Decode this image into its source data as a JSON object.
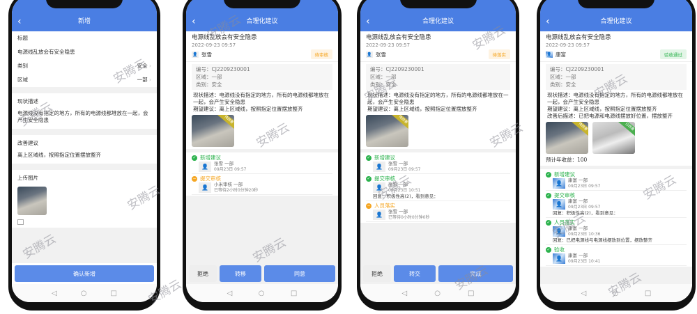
{
  "watermark": "安腾云",
  "colors": {
    "primary": "#4a7ee3",
    "success": "#2bb24c",
    "warning": "#f5a623"
  },
  "phones": [
    {
      "title": "新增",
      "form": {
        "title_label": "标题",
        "title_value": "电源线乱放会有安全隐患",
        "category_label": "类别",
        "category_value": "安全",
        "area_label": "区域",
        "area_value": "一部",
        "status_label": "现状描述",
        "status_value": "电源线没有指定的地方，所有的电源线都堆放在一起，会产生安全隐患",
        "suggest_label": "改善建议",
        "suggest_value": "离上区域线，按照指定位置摆放整齐",
        "upload_label": "上传图片"
      },
      "submit_label": "确认新增"
    },
    {
      "title": "合理化建议",
      "heading": "电源线乱放会有安全隐患",
      "date": "2022-09-23 09:57",
      "user": "张雪",
      "badge": "待审核",
      "badge_color": "#f5a623",
      "info": [
        "编号：CJ2209230001",
        "区域：一部",
        "类别：安全"
      ],
      "desc": [
        "现状描述：电源线没有指定的地方，所有的电源线都堆放在一起，会产生安全隐患",
        "期望建议：离上区域线，按照指定位置摆放整齐"
      ],
      "images": [
        "待改善"
      ],
      "timeline": [
        {
          "step": "新增建议",
          "state": "done",
          "user": "张雪 一部",
          "time": "09月23日 09:57"
        },
        {
          "step": "提交审核",
          "state": "pending",
          "user": "小米审核 一部",
          "time": "已等待2小时0分钟20秒"
        }
      ],
      "buttons": [
        "拒绝",
        "转移",
        "同意"
      ]
    },
    {
      "title": "合理化建议",
      "heading": "电源线乱放会有安全隐患",
      "date": "2022-09-23 09:57",
      "user": "张雪",
      "badge": "待落实",
      "badge_color": "#f5a623",
      "info": [
        "编号：CJ2209230001",
        "区域：一部",
        "类别：安全"
      ],
      "desc": [
        "现状描述：电源线没有指定的地方，所有的电源线都堆放在一起，会产生安全隐患",
        "期望建议：离上区域线，按照指定位置摆放整齐"
      ],
      "images": [
        "待改善"
      ],
      "timeline": [
        {
          "step": "新增建议",
          "state": "done",
          "user": "张雪 一部",
          "time": "09月23日 09:57"
        },
        {
          "step": "提交审核",
          "state": "done",
          "user": "张雪 一部",
          "time": "09月23日 10:51",
          "note": "回复：积极性高(2)，看到意见："
        },
        {
          "step": "人员落实",
          "state": "pending",
          "user": "张雪 一部",
          "time": "已等待0小时0分钟0秒"
        }
      ],
      "buttons": [
        "拒绝",
        "转交",
        "完成"
      ]
    },
    {
      "title": "合理化建议",
      "heading": "电源线乱放会有安全隐患",
      "date": "2022-09-23 09:57",
      "user": "康富",
      "badge": "验收通过",
      "badge_color": "#2bb24c",
      "info": [
        "编号：CJ2209230001",
        "区域：一部",
        "类别：安全"
      ],
      "desc": [
        "现状描述：电源线没有指定的地方，所有的电源线都堆放在一起，会产生安全隐患",
        "期望建议：离上区域线，按照指定位置摆放整齐",
        "改善后描述：已把电源和电源线摆放好位置，摆放整齐"
      ],
      "images": [
        "待改善",
        "已改善"
      ],
      "income": "预计年收益：100",
      "timeline": [
        {
          "step": "新增建议",
          "state": "done",
          "user": "康富 一部",
          "time": "09月23日 09:57"
        },
        {
          "step": "提交审核",
          "state": "done",
          "user": "康富 一部",
          "time": "09月23日 09:57",
          "note": "回复：积极性高(2)，看到意见："
        },
        {
          "step": "人员落实",
          "state": "done",
          "user": "康富 一部",
          "time": "09月23日 10:36",
          "note": "回复：已把电源线与电源线摆放到位置，摆放整齐"
        },
        {
          "step": "验收",
          "state": "done",
          "user": "康富 一部",
          "time": "09月23日 10:41"
        }
      ]
    }
  ]
}
